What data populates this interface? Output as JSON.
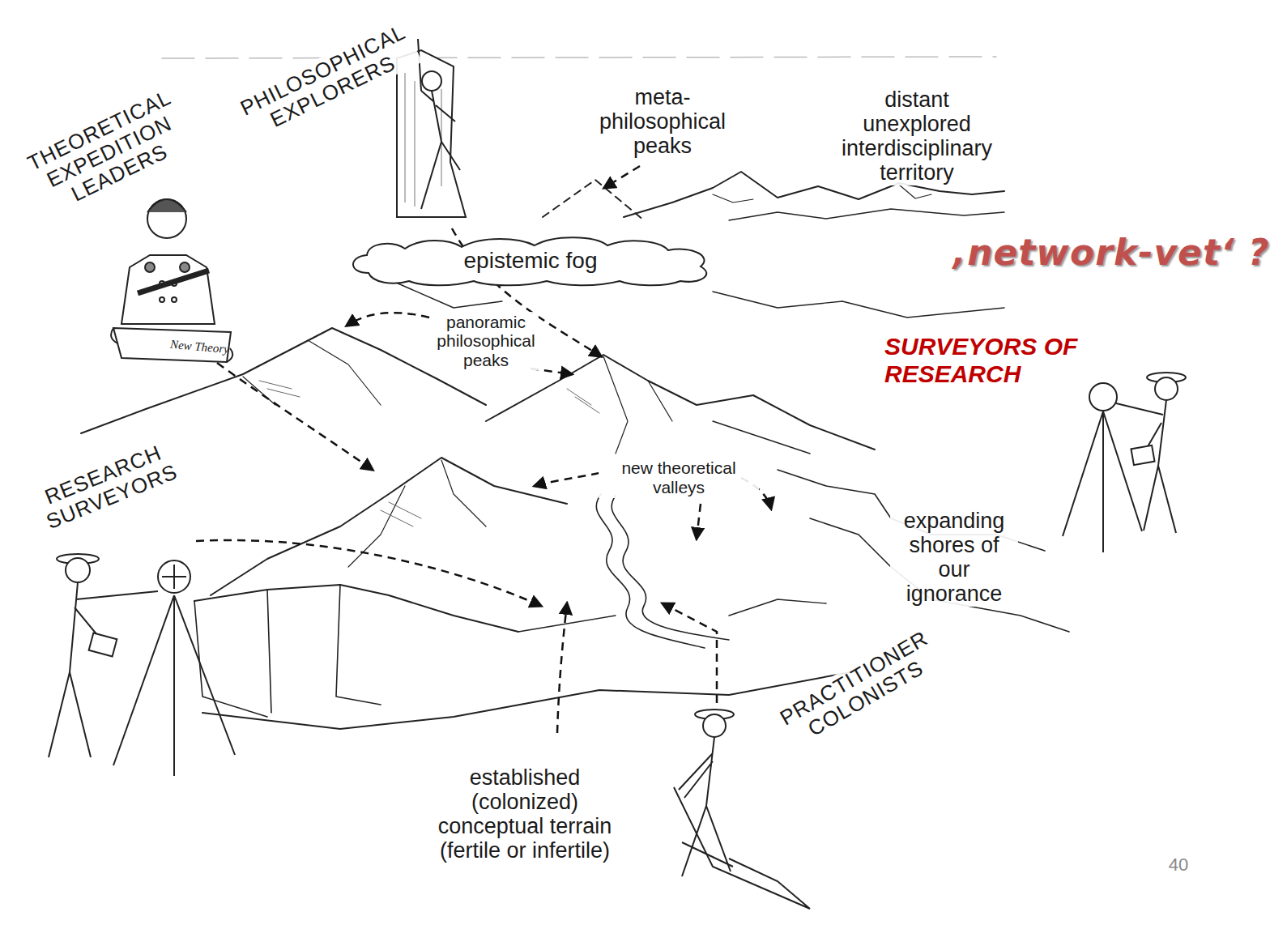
{
  "diagram": {
    "nodes": [
      {
        "text": [
          "epistemic fog"
        ]
      }
    ],
    "labels": [
      "THEORETICAL EXPEDITION LEADERS",
      "PHILOSOPHICAL EXPLORERS",
      "meta- philosophical peaks",
      "distant unexplored interdisciplinary territory",
      "‚network-vet‘ ?",
      "New Theory",
      "panoramic philosophical peaks",
      "SURVEYORS OF RESEARCH",
      "RESEARCH SURVEYORS",
      "new theoretical valleys",
      "expanding shores of our ignorance",
      "PRACTITIONER COLONISTS",
      "established (colonized) conceptual terrain (fertile or infertile)",
      "40"
    ]
  }
}
